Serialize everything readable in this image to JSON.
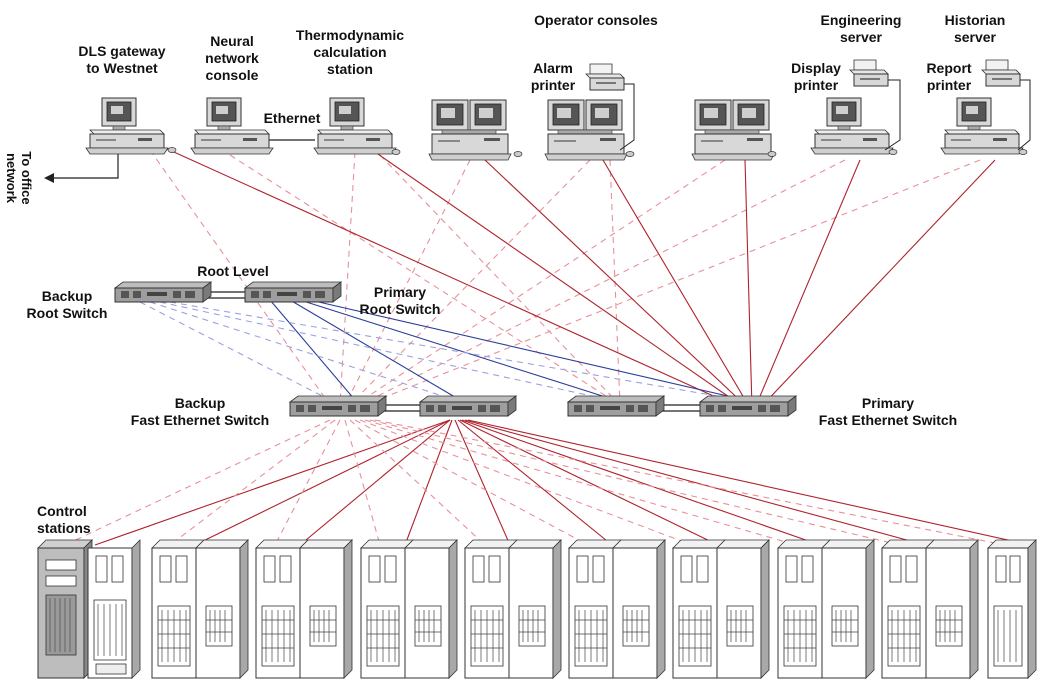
{
  "labels": {
    "dls_gateway": [
      "DLS gateway",
      "to Westnet"
    ],
    "neural_console": [
      "Neural",
      "network",
      "console"
    ],
    "thermo_station": [
      "Thermodynamic",
      "calculation",
      "station"
    ],
    "ethernet": "Ethernet",
    "operator_consoles": "Operator consoles",
    "alarm_printer": [
      "Alarm",
      "printer"
    ],
    "engineering_server": [
      "Engineering",
      "server"
    ],
    "display_printer": [
      "Display",
      "printer"
    ],
    "historian_server": [
      "Historian",
      "server"
    ],
    "report_printer": [
      "Report",
      "printer"
    ],
    "to_office_network": [
      "To office",
      "network"
    ],
    "root_level": "Root Level",
    "backup_root_switch": [
      "Backup",
      "Root Switch"
    ],
    "primary_root_switch": [
      "Primary",
      "Root Switch"
    ],
    "backup_fe_switch": [
      "Backup",
      "Fast Ethernet Switch"
    ],
    "primary_fe_switch": [
      "Primary",
      "Fast Ethernet Switch"
    ],
    "control_stations": [
      "Control",
      "stations"
    ]
  },
  "colors": {
    "primary_link": "#b0222c",
    "backup_link": "#e8909a",
    "root_link": "#2a3f9a",
    "root_backup_link": "#9aa2e0",
    "device": "#d8d8d8",
    "device_dark": "#8a8a8a",
    "screen": "#555555"
  }
}
